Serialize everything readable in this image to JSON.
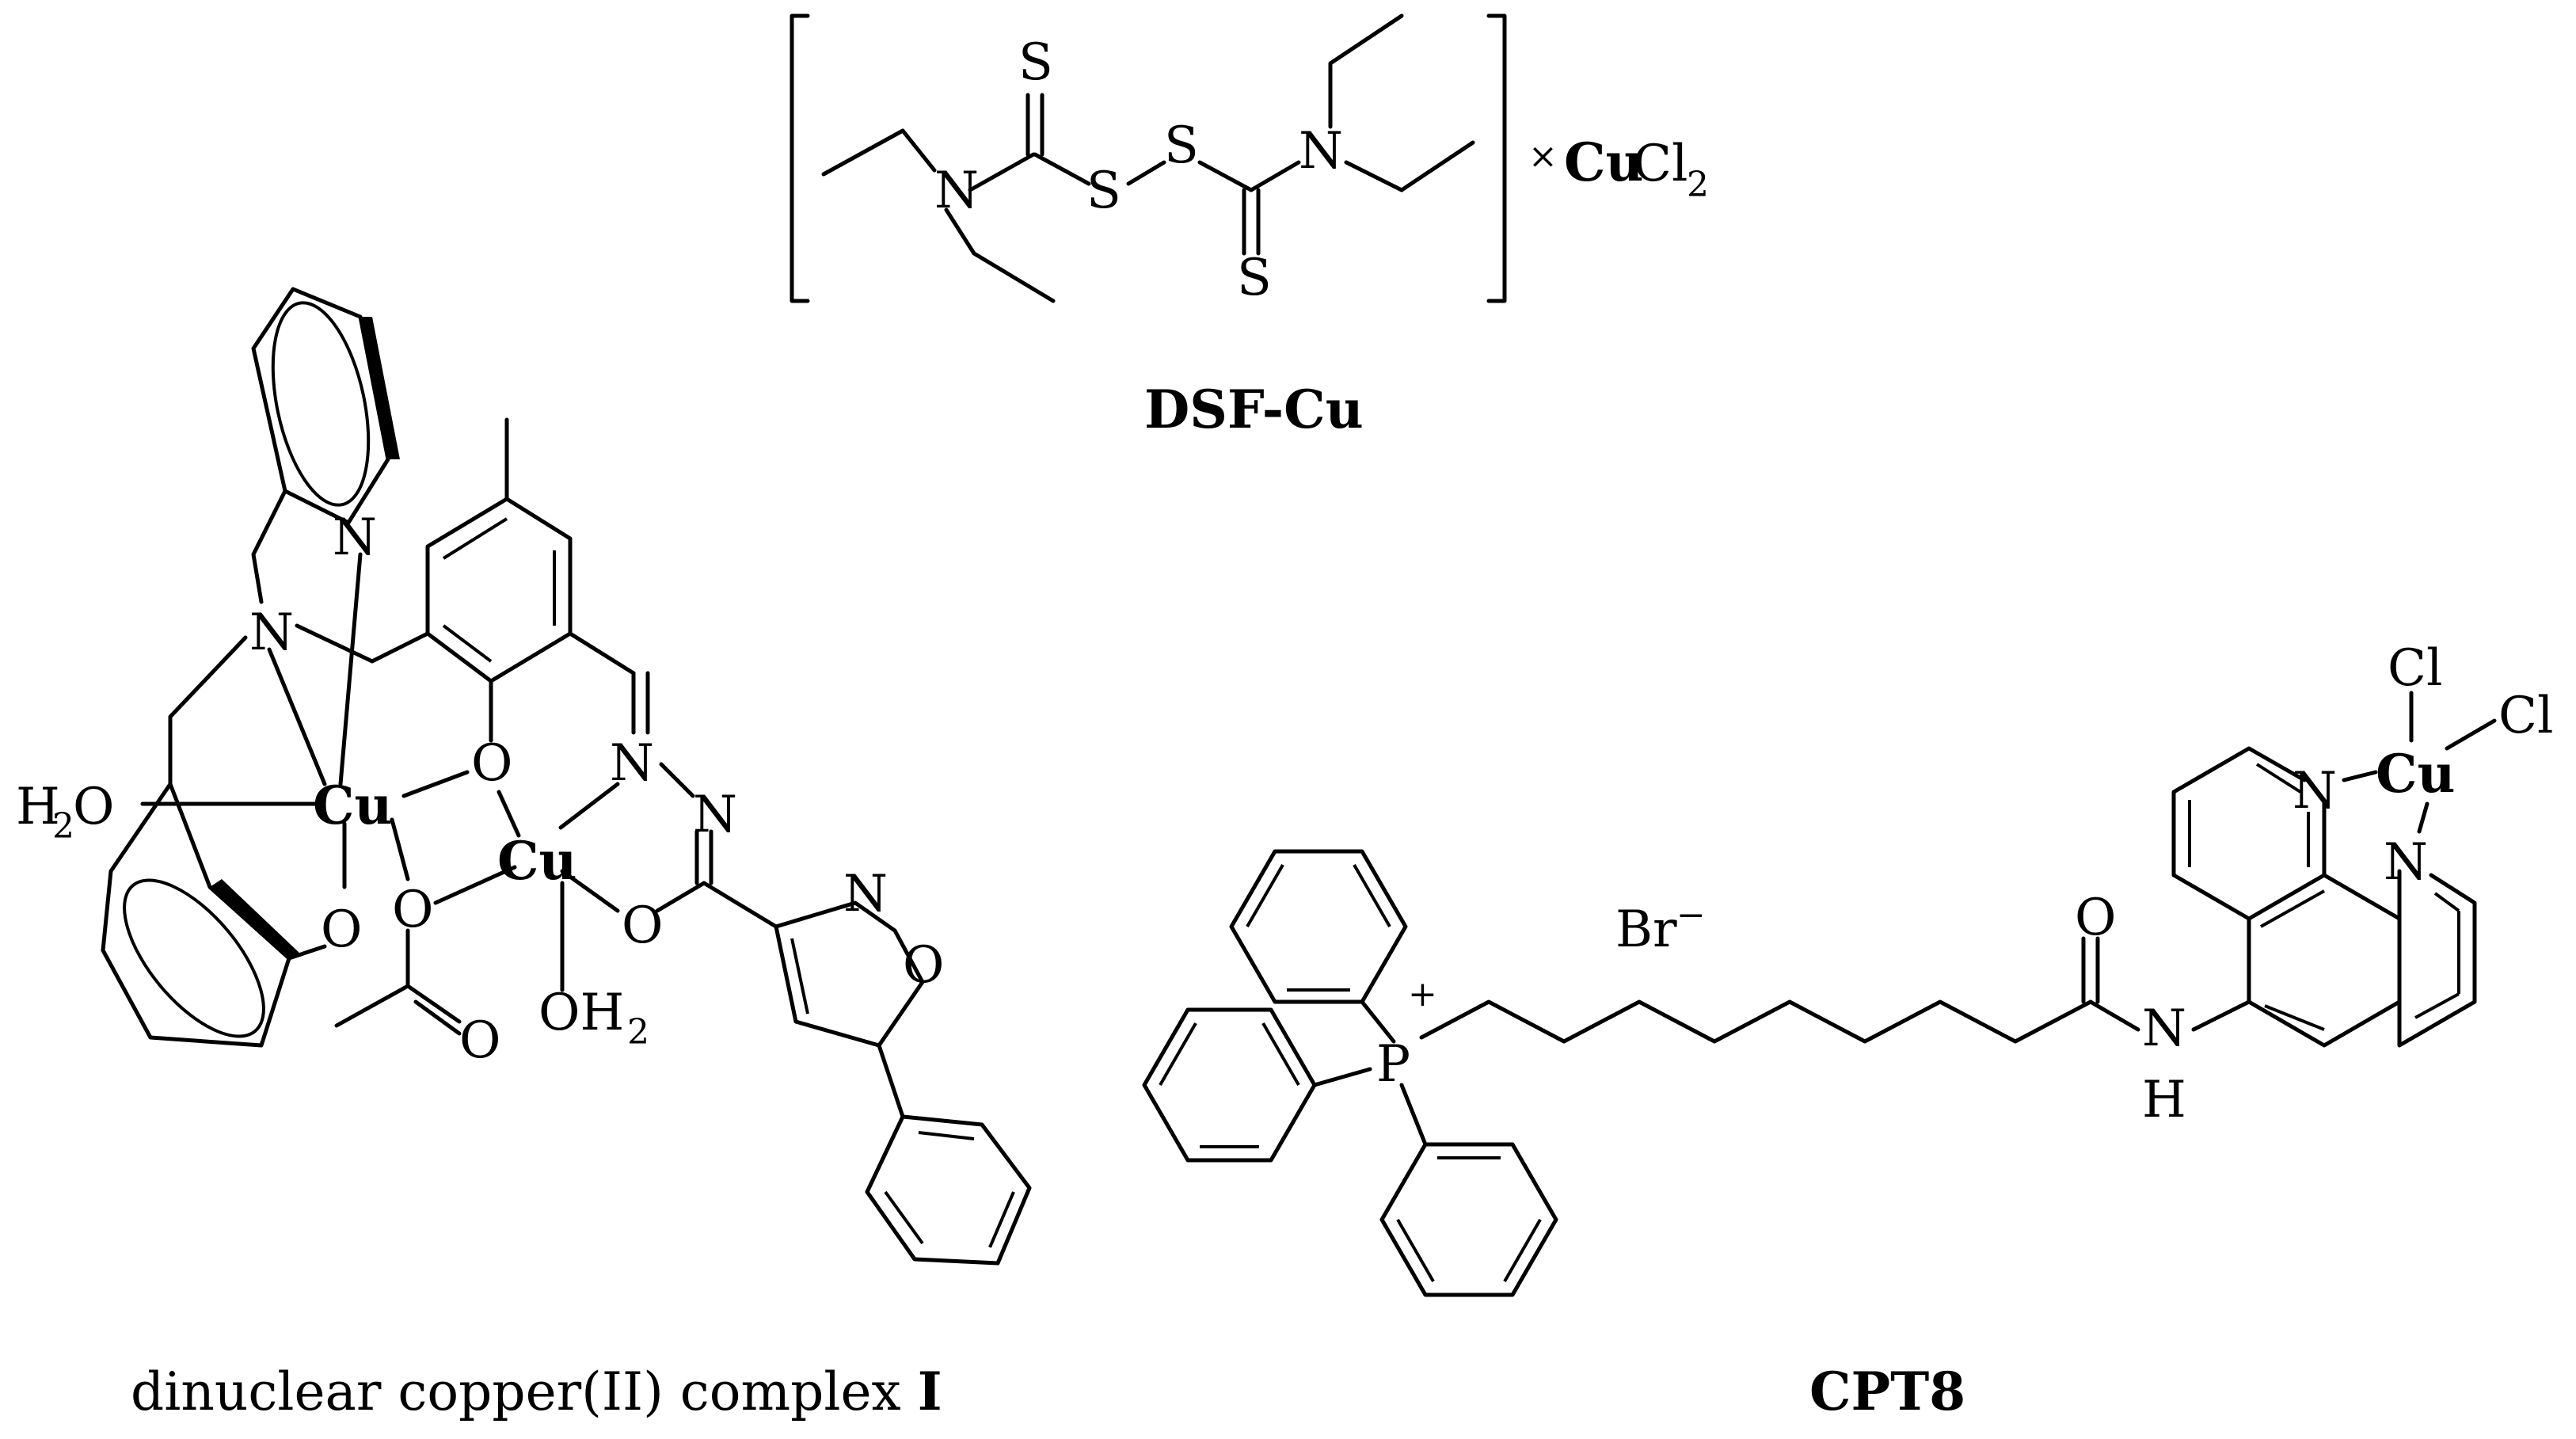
{
  "atoms": {
    "S": "S",
    "N": "N",
    "O": "O",
    "Cu": "Cu",
    "Cl": "Cl",
    "P": "P",
    "H": "H",
    "H2O": "H",
    "OH2": "OH",
    "two": "2",
    "Br": "Br",
    "plus": "+",
    "minus": "−",
    "times": "×",
    "C": "Cl"
  },
  "dsf": {
    "label": "DSF-Cu",
    "cu": "Cu",
    "cl": "Cl",
    "cl_sub": "2",
    "times": "×"
  },
  "complex1": {
    "label_text": "dinuclear copper(II) complex ",
    "label_bold": "I"
  },
  "cpt8": {
    "label": "CPT8"
  }
}
